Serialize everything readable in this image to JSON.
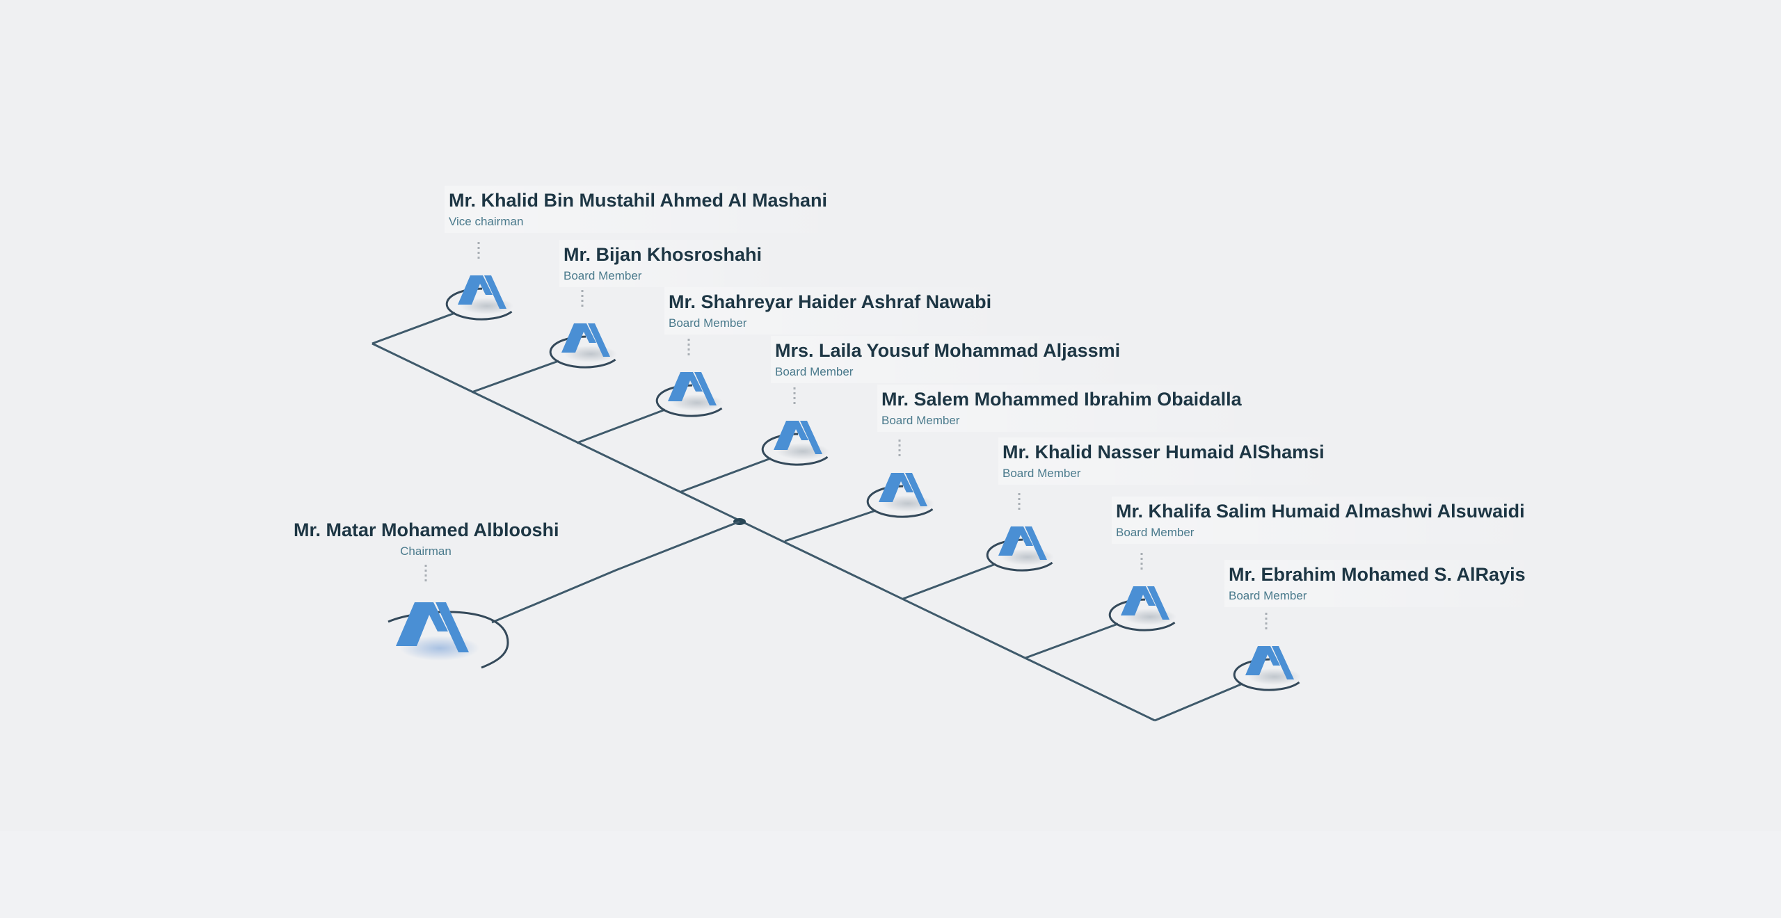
{
  "diagram": {
    "chairman": {
      "name": "Mr. Matar Mohamed Alblooshi",
      "role": "Chairman"
    },
    "members": [
      {
        "name": "Mr. Khalid Bin Mustahil Ahmed Al Mashani",
        "role": "Vice chairman"
      },
      {
        "name": "Mr. Bijan Khosroshahi",
        "role": "Board Member"
      },
      {
        "name": "Mr. Shahreyar Haider Ashraf Nawabi",
        "role": "Board Member"
      },
      {
        "name": "Mrs. Laila Yousuf Mohammad Aljassmi",
        "role": "Board Member"
      },
      {
        "name": "Mr. Salem Mohammed Ibrahim Obaidalla",
        "role": "Board Member"
      },
      {
        "name": "Mr. Khalid Nasser Humaid AlShamsi",
        "role": "Board Member"
      },
      {
        "name": "Mr. Khalifa Salim Humaid Almashwi Alsuwaidi",
        "role": "Board Member"
      },
      {
        "name": "Mr. Ebrahim Mohamed S. AlRayis",
        "role": "Board Member"
      }
    ]
  },
  "colors": {
    "background": "#eff0f2",
    "line": "#3f5a6b",
    "logo": "#4a8fd4",
    "name": "#1d3644",
    "role": "#4a7a8c"
  },
  "icons": {
    "member_logo": "stylized-a-logo-icon"
  }
}
